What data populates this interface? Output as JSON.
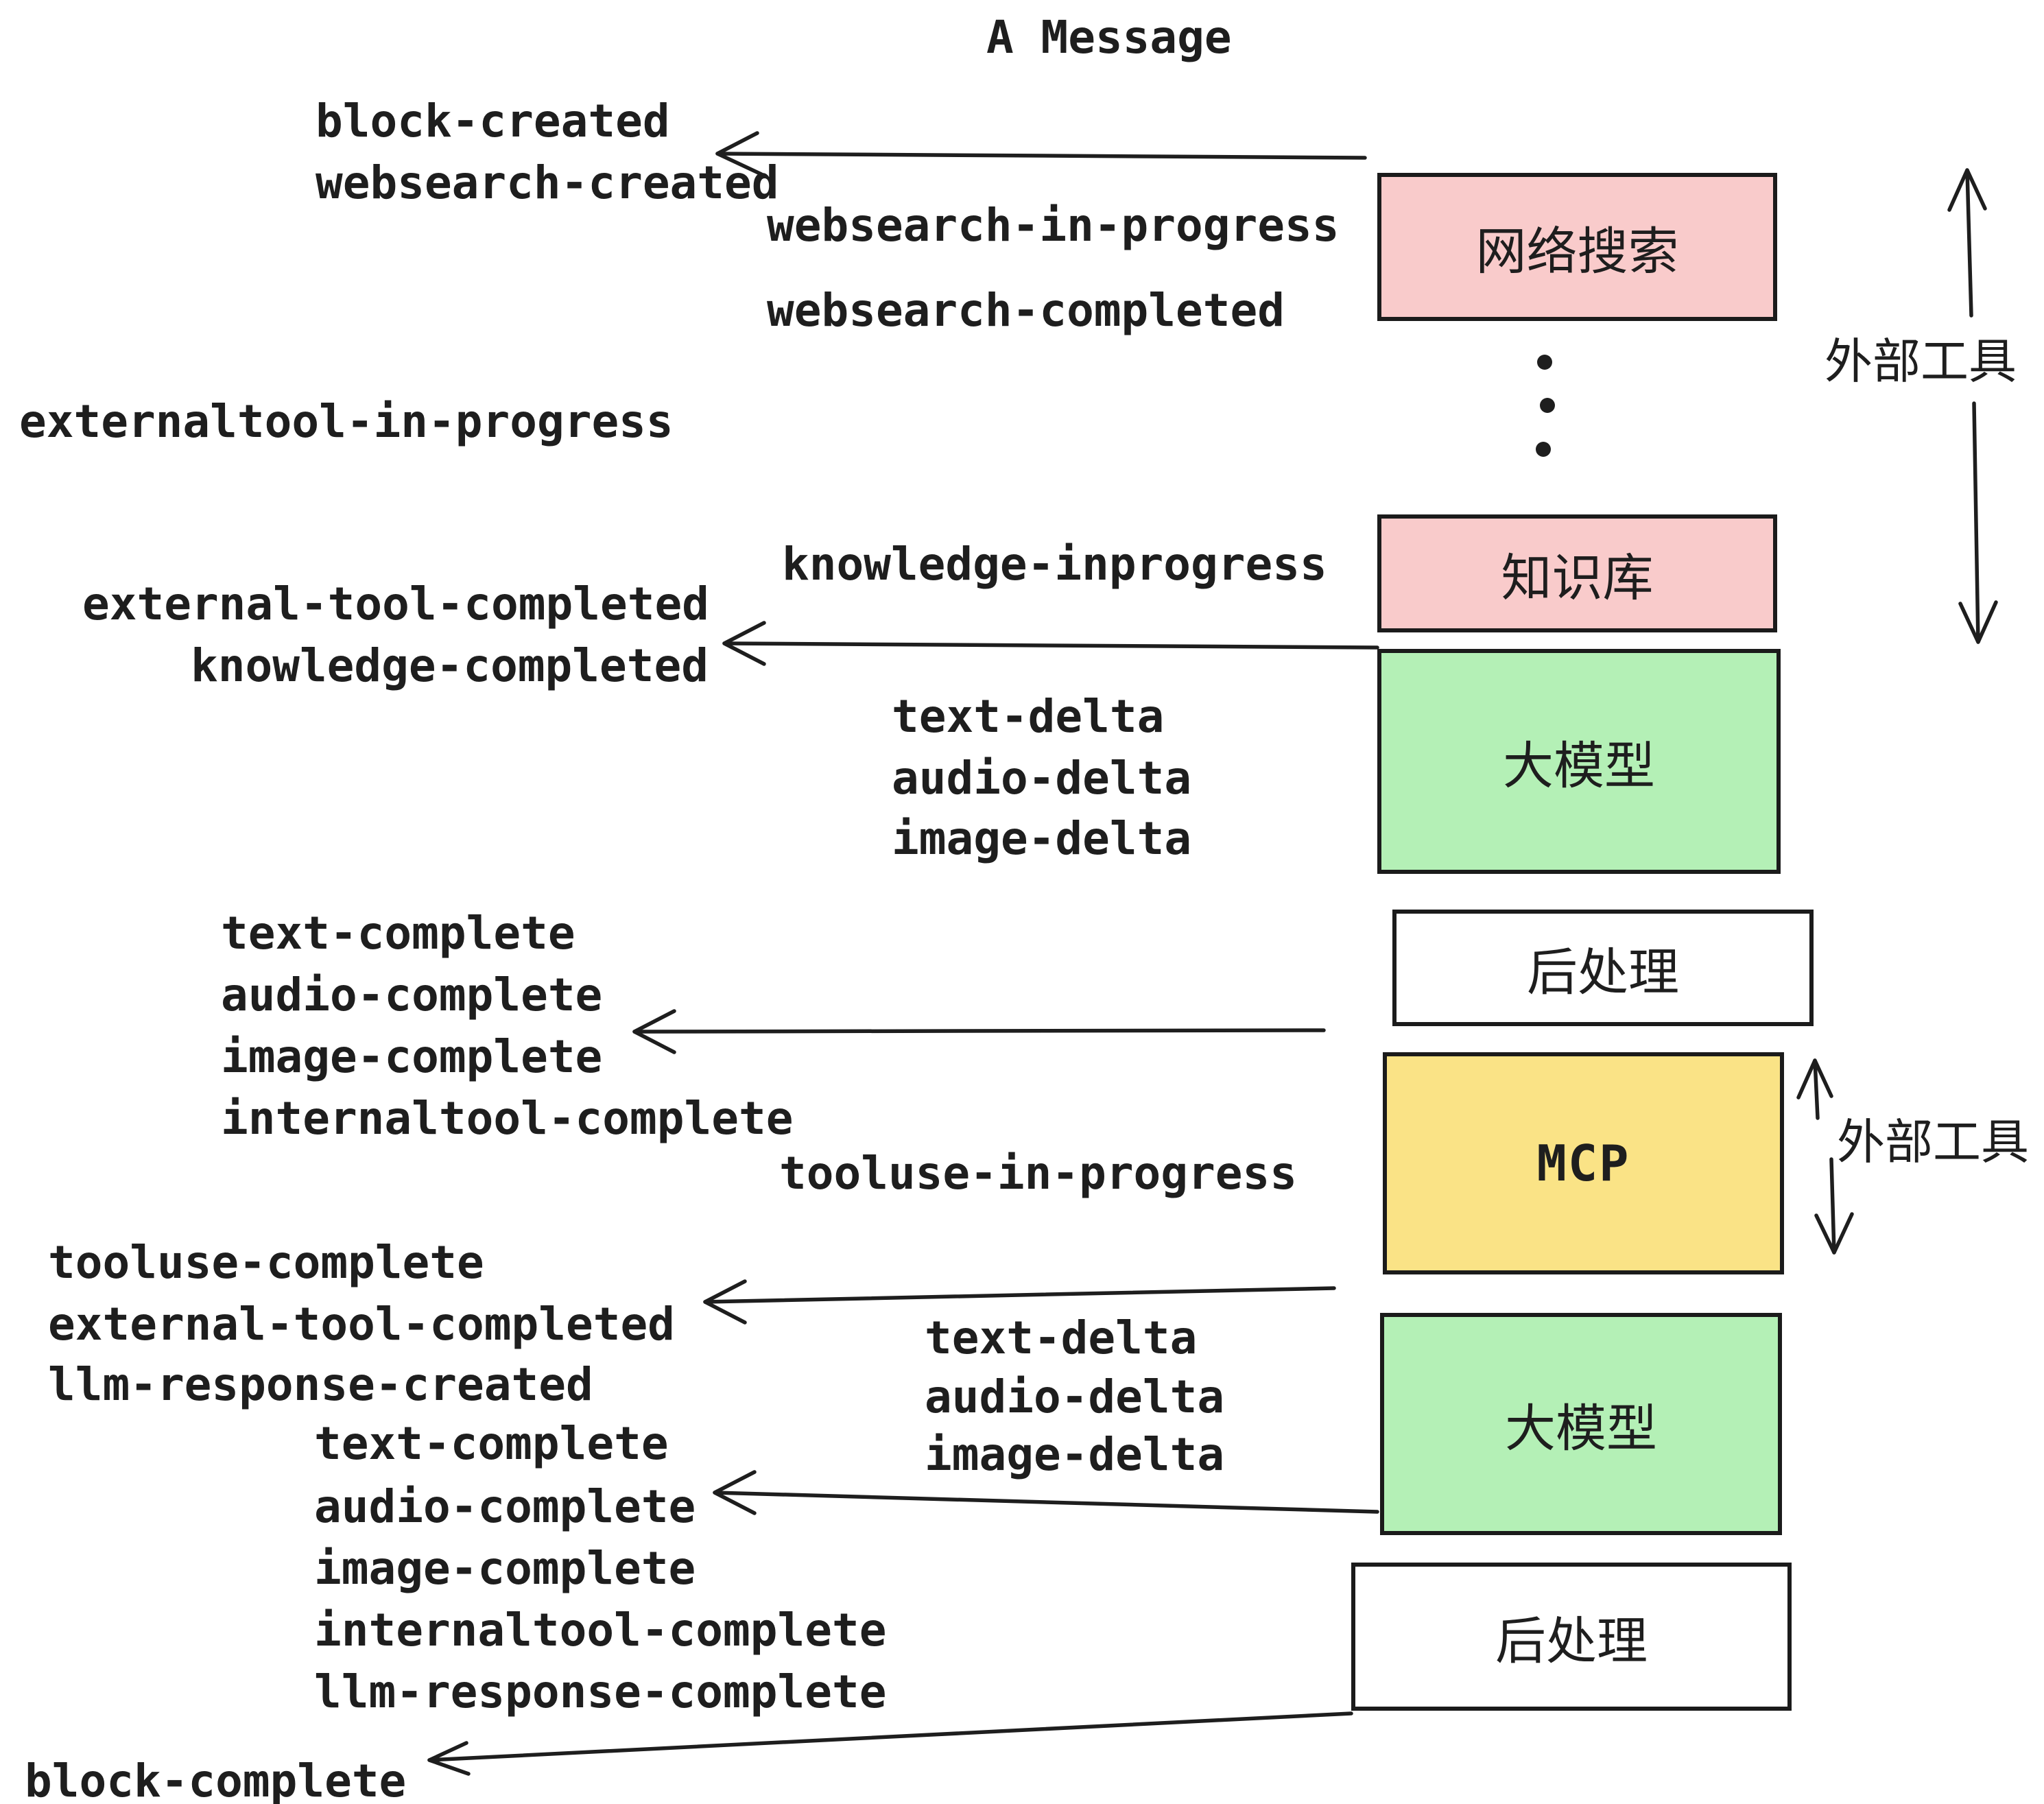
{
  "title": "A Message",
  "colors": {
    "box_pink": "#f9cbcb",
    "box_green": "#b4f0b6",
    "box_yellow": "#fae386",
    "box_white": "#ffffff",
    "line": "#1e1e1e",
    "background": "#ffffff"
  },
  "boxes": [
    {
      "label": "网络搜索",
      "color": "#f9cbcb"
    },
    {
      "label": "知识库",
      "color": "#f9cbcb"
    },
    {
      "label": "大模型",
      "color": "#b4f0b6"
    },
    {
      "label": "后处理",
      "color": "#ffffff"
    },
    {
      "label": "MCP",
      "color": "#fae386"
    },
    {
      "label": "大模型",
      "color": "#b4f0b6"
    },
    {
      "label": "后处理",
      "color": "#ffffff"
    }
  ],
  "annotations": {
    "external_tool_top": "外部工具",
    "external_tool_mcp": "外部工具"
  },
  "events": [
    "block-created",
    "websearch-created",
    "websearch-in-progress",
    "websearch-completed",
    "externaltool-in-progress",
    "knowledge-inprogress",
    "external-tool-completed",
    "knowledge-completed",
    "text-delta",
    "audio-delta",
    "image-delta",
    "text-complete",
    "audio-complete",
    "image-complete",
    "internaltool-complete",
    "tooluse-in-progress",
    "tooluse-complete",
    "external-tool-completed",
    "llm-response-created",
    "text-complete",
    "text-delta",
    "audio-delta",
    "image-delta",
    "audio-complete",
    "image-complete",
    "internaltool-complete",
    "llm-response-complete",
    "block-complete"
  ]
}
